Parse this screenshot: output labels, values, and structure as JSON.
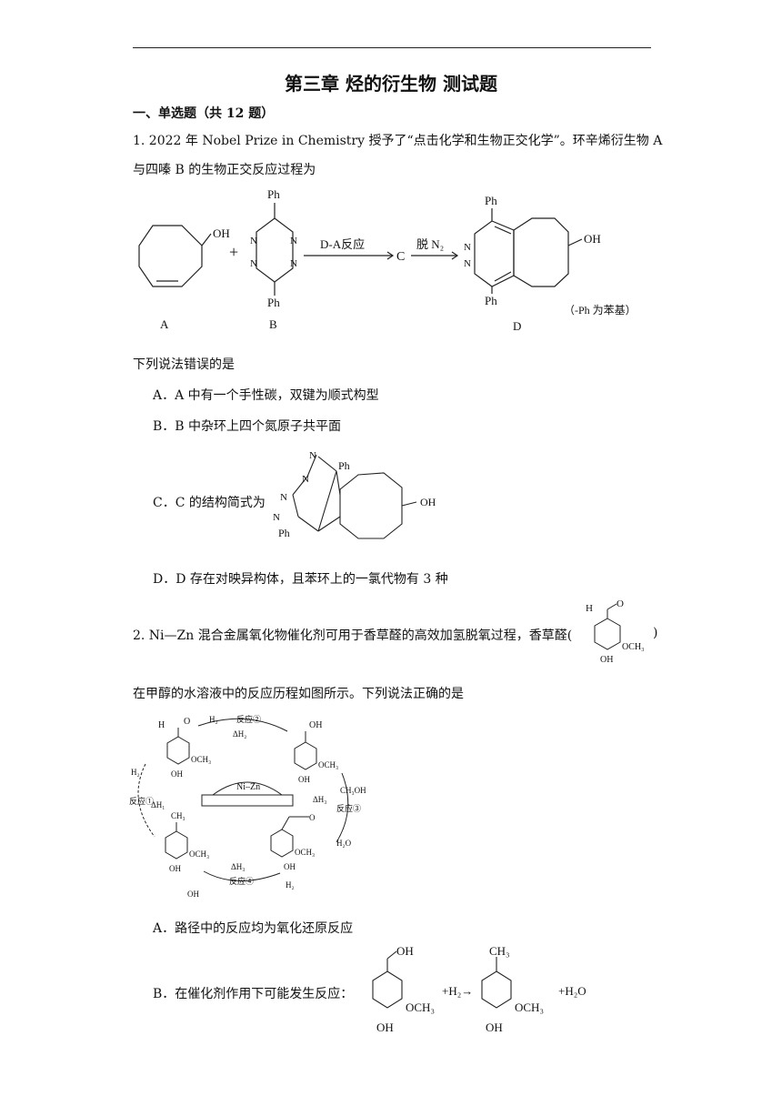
{
  "title": "第三章 烃的衍生物 测试题",
  "section": "一、单选题（共 12 题）",
  "q1": {
    "stem_line1": "1. 2022 年 Nobel Prize in Chemistry 授予了“点击化学和生物正交化学”。环辛烯衍生物 A",
    "stem_line2": "与四嗪 B 的生物正交反应过程为",
    "scheme": {
      "arrow1_label": "D-A反应",
      "intermediate": "C",
      "arrow2_label": "脱 N₂",
      "labels": {
        "a": "A",
        "b": "B",
        "d": "D"
      },
      "note": "（-Ph 为苯基）",
      "atoms": {
        "ph": "Ph",
        "oh": "OH",
        "n": "N",
        "plus": "+"
      }
    },
    "prompt": "下列说法错误的是",
    "options": {
      "a": "A．A 中有一个手性碳，双键为顺式构型",
      "b": "B．B 中杂环上四个氮原子共平面",
      "c": "C．C 的结构简式为",
      "d": "D．D 存在对映异构体，且苯环上的一氯代物有 3 种"
    }
  },
  "q2": {
    "stem_line1": "2. Ni—Zn 混合金属氧化物催化剂可用于香草醛的高效加氢脱氧过程，香草醛(",
    "stem_close": ")",
    "stem_line2": "在甲醇的水溶液中的反应历程如图所示。下列说法正确的是",
    "cycle": {
      "catalyst": "Ni–Zn",
      "r1": "反应①",
      "r2": "反应②",
      "r3": "反应③",
      "r4": "反应④",
      "h2": "H₂",
      "ch3oh": "CH₃OH",
      "h2o": "H₂O",
      "dh1": "ΔH₁",
      "dh2": "ΔH₂",
      "dh3": "ΔH₃"
    },
    "atoms": {
      "h": "H",
      "o": "O",
      "oh": "OH",
      "och3": "OCH₃",
      "ch3": "CH₃"
    },
    "options": {
      "a": "A．路径中的反应均为氧化还原反应",
      "b": "B．在催化剂作用下可能发生反应：",
      "b_plus_h2": "+H₂→",
      "b_plus_h2o": "+H₂O"
    }
  }
}
